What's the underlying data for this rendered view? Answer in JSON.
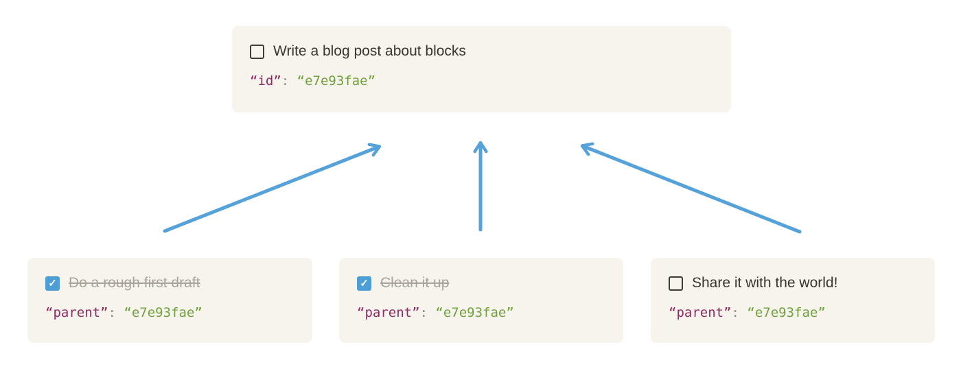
{
  "colors": {
    "card_bg": "#f7f3ed",
    "task_text": "#37352f",
    "completed_text": "#a8a39b",
    "code_key": "#8f2a62",
    "code_punctuation": "#8f8b85",
    "code_value": "#6fa13c",
    "arrow": "#55a1d9",
    "checkbox_checked": "#4c9ed5",
    "checkbox_border": "#3f3b34",
    "page_bg": "#ffffff"
  },
  "icons": {
    "checkmark_icon": "✓"
  },
  "diagram": {
    "parent_card": {
      "task_label": "Write a blog post about blocks",
      "checked": false,
      "code": {
        "key": "“id”",
        "separator": ": ",
        "value": "“e7e93fae”"
      }
    },
    "child_cards": [
      {
        "task_label": "Do a rough first draft",
        "checked": true,
        "code": {
          "key": "“parent”",
          "separator": ": ",
          "value": "“e7e93fae”"
        }
      },
      {
        "task_label": "Clean it up",
        "checked": true,
        "code": {
          "key": "“parent”",
          "separator": ": ",
          "value": "“e7e93fae”"
        }
      },
      {
        "task_label": "Share it with the world!",
        "checked": false,
        "code": {
          "key": "“parent”",
          "separator": ": ",
          "value": "“e7e93fae”"
        }
      }
    ]
  }
}
